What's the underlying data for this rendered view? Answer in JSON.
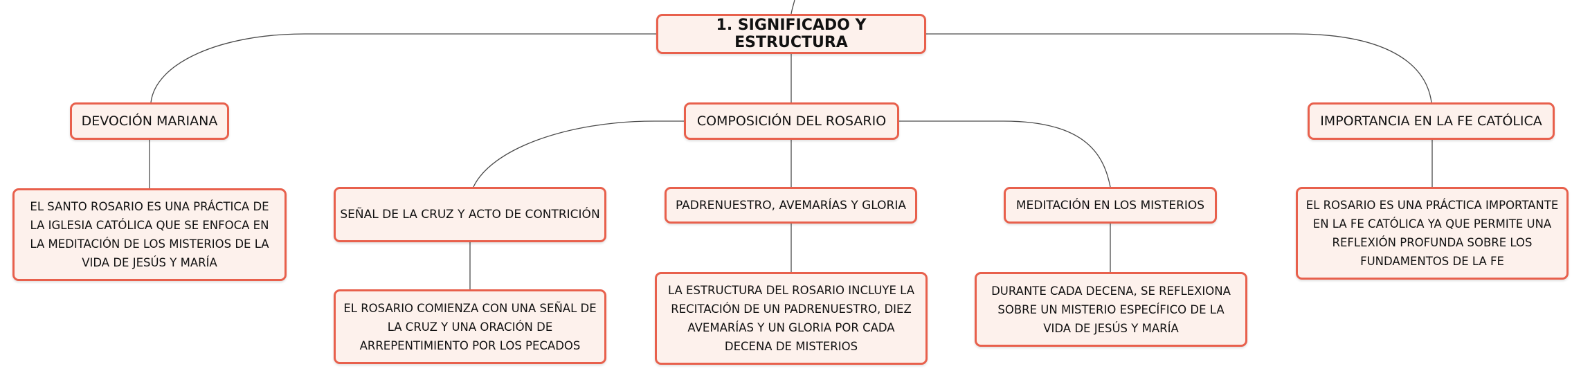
{
  "root": {
    "label": "1. SIGNIFICADO Y ESTRUCTURA"
  },
  "devocion": {
    "title": "DEVOCIÓN MARIANA",
    "detail": "EL SANTO ROSARIO ES UNA PRÁCTICA DE LA IGLESIA CATÓLICA QUE SE ENFOCA EN LA MEDITACIÓN DE LOS MISTERIOS DE LA VIDA DE JESÚS Y MARÍA"
  },
  "composicion": {
    "title": "COMPOSICIÓN DEL ROSARIO",
    "senal": {
      "title": "SEÑAL DE LA CRUZ Y ACTO DE CONTRICIÓN",
      "detail": "EL ROSARIO COMIENZA CON UNA SEÑAL DE LA CRUZ Y UNA ORACIÓN DE ARREPENTIMIENTO POR LOS PECADOS"
    },
    "oraciones": {
      "title": "PADRENUESTRO, AVEMARÍAS Y GLORIA",
      "detail": "LA ESTRUCTURA DEL ROSARIO INCLUYE LA RECITACIÓN DE UN PADRENUESTRO, DIEZ AVEMARÍAS Y UN GLORIA POR CADA DECENA DE MISTERIOS"
    },
    "meditacion": {
      "title": "MEDITACIÓN EN LOS MISTERIOS",
      "detail": "DURANTE CADA DECENA, SE REFLEXIONA SOBRE UN MISTERIO ESPECÍFICO DE LA VIDA DE JESÚS Y MARÍA"
    }
  },
  "importancia": {
    "title": "IMPORTANCIA EN LA FE CATÓLICA",
    "detail": "EL ROSARIO ES UNA PRÁCTICA IMPORTANTE EN LA FE CATÓLICA YA QUE PERMITE UNA REFLEXIÓN PROFUNDA SOBRE LOS FUNDAMENTOS DE LA FE"
  }
}
